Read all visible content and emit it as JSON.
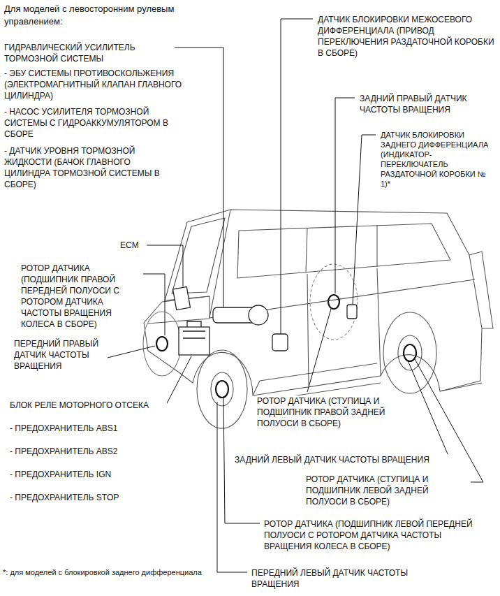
{
  "diagram": {
    "title": "Для моделей с левосторонним рулевым управлением:",
    "labels": [
      "ГИДРАВЛИЧЕСКИЙ УСИЛИТЕЛЬ ТОРМОЗНОЙ СИСТЕМЫ",
      "- ЭБУ СИСТЕМЫ ПРОТИВОСКОЛЬЖЕНИЯ (ЭЛЕКТРОМАГНИТНЫЙ КЛАПАН ГЛАВНОГО ЦИЛИНДРА)",
      "- НАСОС УСИЛИТЕЛЯ ТОРМОЗНОЙ СИСТЕМЫ С ГИДРОАККУМУЛЯТОРОМ В СБОРЕ",
      "- ДАТЧИК УРОВНЯ ТОРМОЗНОЙ ЖИДКОСТИ (БАЧОК ГЛАВНОГО ЦИЛИНДРА ТОРМОЗНОЙ СИСТЕМЫ В СБОРЕ)",
      "ECM",
      "РОТОР ДАТЧИКА (ПОДШИПНИК ПРАВОЙ ПЕРЕДНЕЙ ПОЛУОСИ С РОТОРОМ ДАТЧИКА ЧАСТОТЫ ВРАЩЕНИЯ КОЛЕСА В СБОРЕ)",
      "ПЕРЕДНИЙ ПРАВЫЙ ДАТЧИК ЧАСТОТЫ ВРАЩЕНИЯ",
      "БЛОК РЕЛЕ МОТОРНОГО ОТСЕКА",
      "- ПРЕДОХРАНИТЕЛЬ ABS1",
      "- ПРЕДОХРАНИТЕЛЬ ABS2",
      "- ПРЕДОХРАНИТЕЛЬ IGN",
      "- ПРЕДОХРАНИТЕЛЬ STOP",
      "ДАТЧИК БЛОКИРОВКИ МЕЖОСЕВОГО ДИФФЕРЕНЦИАЛА (ПРИВОД ПЕРЕКЛЮЧЕНИЯ РАЗДАТОЧНОЙ КОРОБКИ В СБОРЕ)",
      "ЗАДНИЙ ПРАВЫЙ ДАТЧИК ЧАСТОТЫ ВРАЩЕНИЯ",
      "ДАТЧИК БЛОКИРОВКИ ЗАДНЕГО ДИФФЕРЕНЦИАЛА (ИНДИКАТОР-ПЕРЕКЛЮЧАТЕЛЬ РАЗДАТОЧНОЙ КОРОБКИ № 1)*",
      "РОТОР ДАТЧИКА (СТУПИЦА И ПОДШИПНИК ПРАВОЙ ЗАДНЕЙ ПОЛУОСИ В СБОРЕ)",
      "ЗАДНИЙ ЛЕВЫЙ ДАТЧИК ЧАСТОТЫ ВРАЩЕНИЯ",
      "РОТОР ДАТЧИКА (СТУПИЦА И ПОДШИПНИК ЛЕВОЙ ЗАДНЕЙ ПОЛУОСИ В СБОРЕ)",
      "РОТОР ДАТЧИКА (ПОДШИПНИК ЛЕВОЙ ПЕРЕДНЕЙ ПОЛУОСИ С РОТОРОМ ДАТЧИКА ЧАСТОТЫ ВРАЩЕНИЯ КОЛЕСА В СБОРЕ)",
      "ПЕРЕДНИЙ ЛЕВЫЙ ДАТЧИК ЧАСТОТЫ ВРАЩЕНИЯ",
      "*: для моделей с блокировкой заднего дифференциала"
    ]
  }
}
